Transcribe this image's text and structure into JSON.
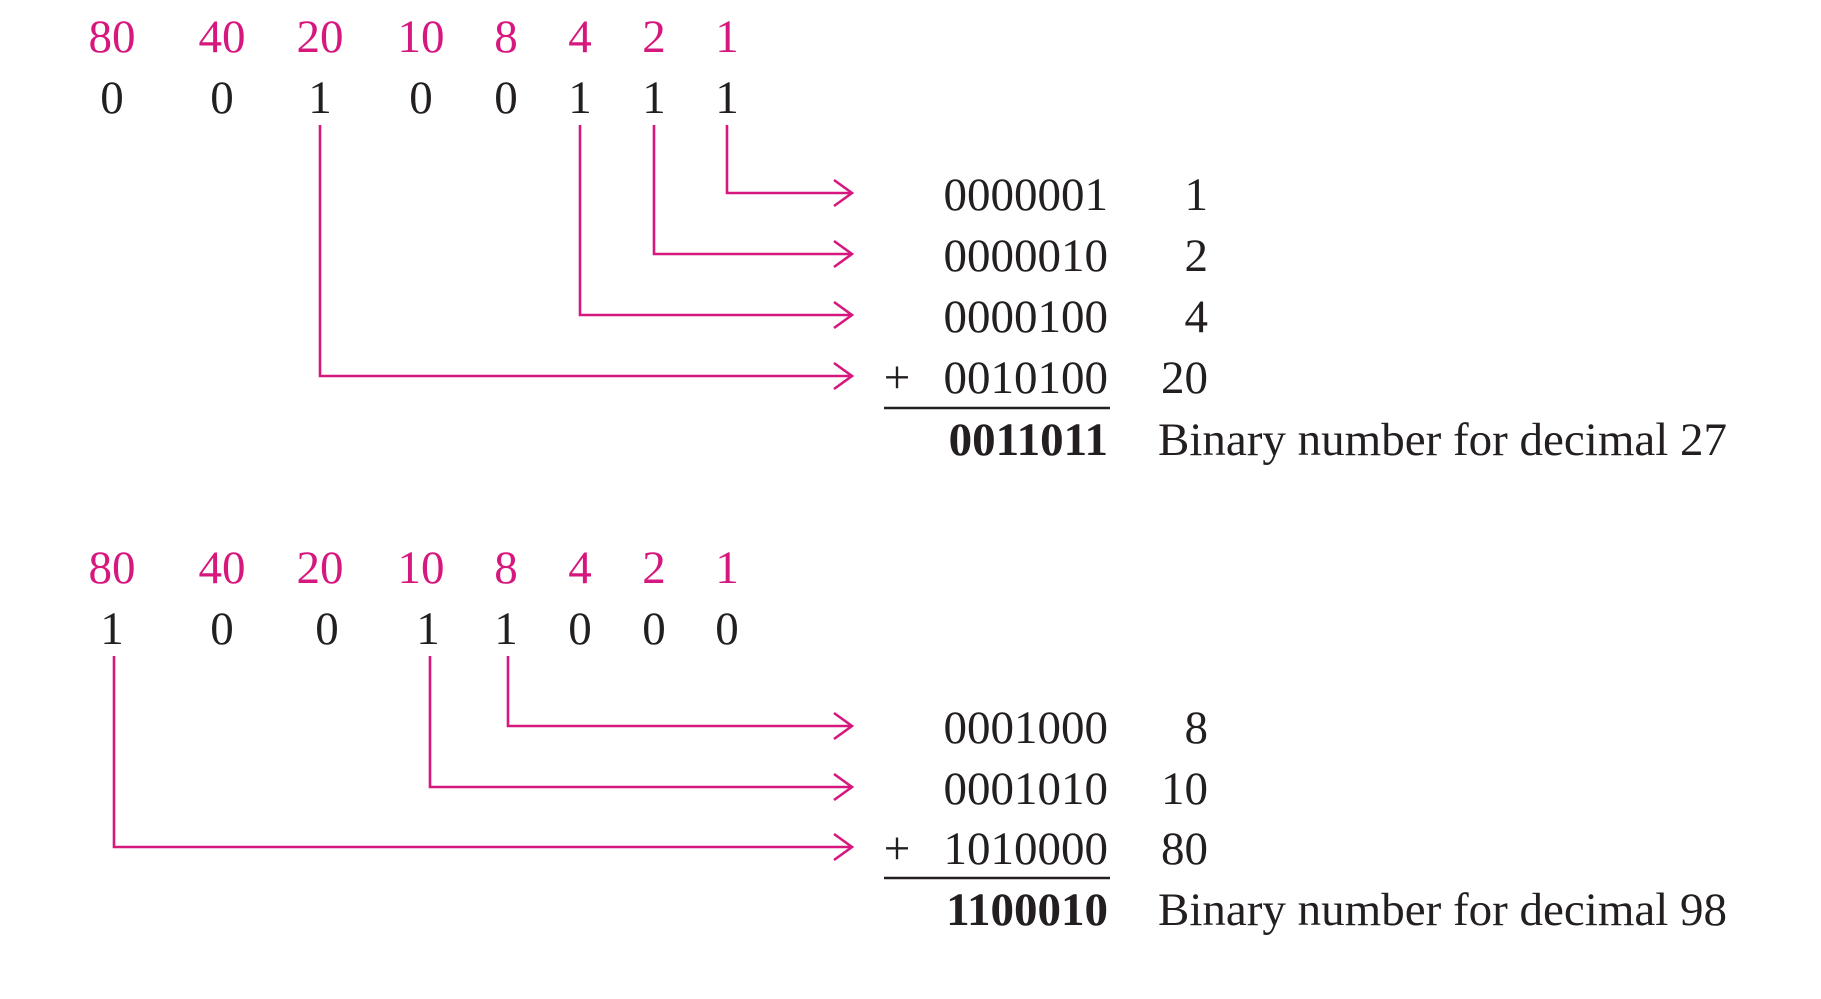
{
  "colors": {
    "accent": "#d6187e",
    "text": "#231f20"
  },
  "examples": [
    {
      "weights": [
        "80",
        "40",
        "20",
        "10",
        "8",
        "4",
        "2",
        "1"
      ],
      "digits": [
        "0",
        "0",
        "1",
        "0",
        "0",
        "1",
        "1",
        "1"
      ],
      "terms": [
        {
          "code": "0000001",
          "value": "1"
        },
        {
          "code": "0000010",
          "value": "2"
        },
        {
          "code": "0000100",
          "value": "4"
        },
        {
          "code": "0010100",
          "value": "20",
          "plus": "+"
        }
      ],
      "result": {
        "code": "0011011",
        "label": "Binary number for decimal 27"
      }
    },
    {
      "weights": [
        "80",
        "40",
        "20",
        "10",
        "8",
        "4",
        "2",
        "1"
      ],
      "digits": [
        "1",
        "0",
        "0",
        "1",
        "1",
        "0",
        "0",
        "0"
      ],
      "terms": [
        {
          "code": "0001000",
          "value": "8"
        },
        {
          "code": "0001010",
          "value": "10"
        },
        {
          "code": "1010000",
          "value": "80",
          "plus": "+"
        }
      ],
      "result": {
        "code": "1100010",
        "label": "Binary number for decimal 98"
      }
    }
  ]
}
